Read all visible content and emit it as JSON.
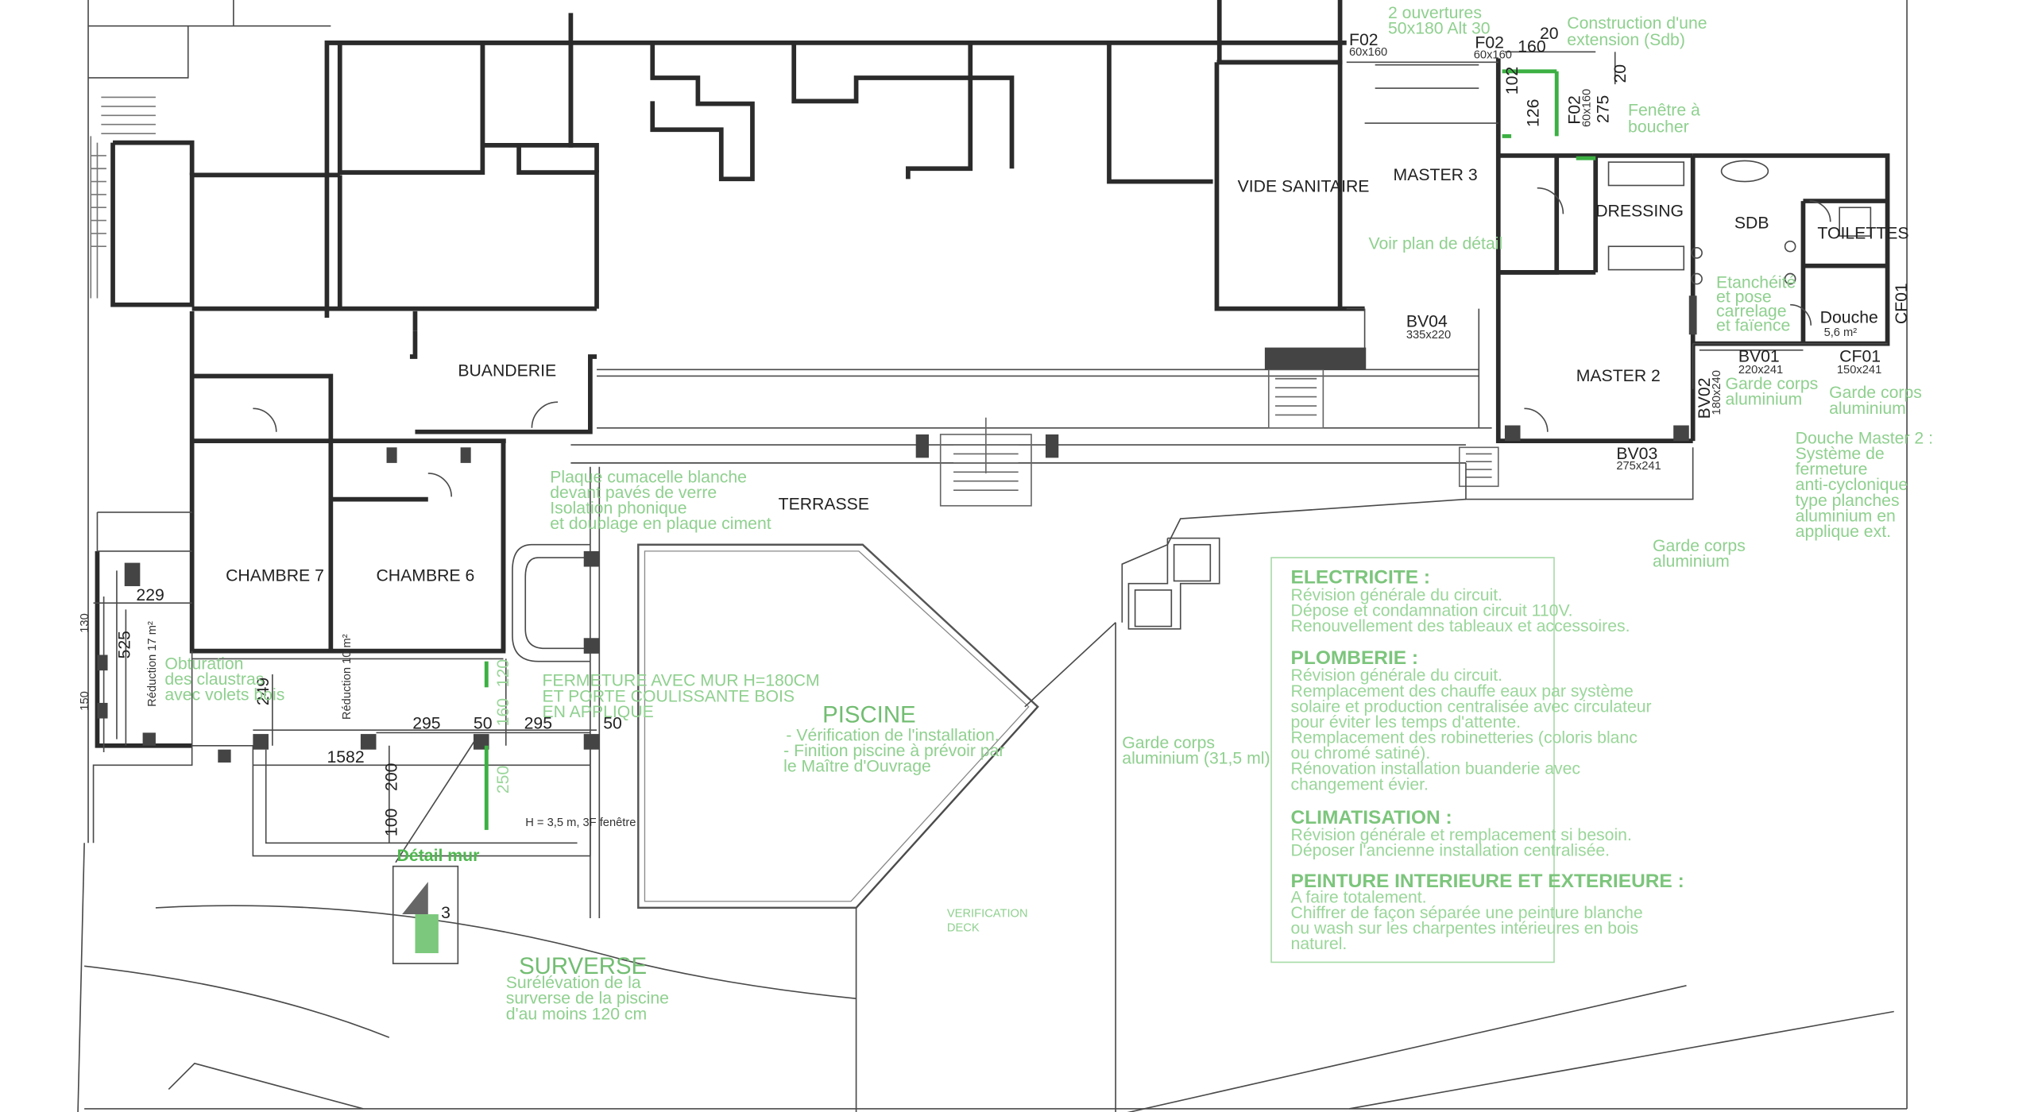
{
  "rooms": {
    "buanderie": "BUANDERIE",
    "vide_sanitaire": "VIDE SANITAIRE",
    "master3": "MASTER 3",
    "master2": "MASTER 2",
    "dressing": "DRESSING",
    "sdb": "SDB",
    "toilettes": "TOILETTES",
    "douche": "Douche",
    "douche_area": "5,6 m²",
    "chambre7": "CHAMBRE 7",
    "chambre6": "CHAMBRE 6",
    "terrasse": "TERRASSE"
  },
  "openings": {
    "f02_a": "F02",
    "f02_a_size": "60x160",
    "f02_b": "F02",
    "f02_b_size": "60x160",
    "f02_c": "F02",
    "f02_c_size": "60x160",
    "bv04": "BV04",
    "bv04_size": "335x220",
    "bv01": "BV01",
    "bv01_size": "220x241",
    "cf01": "CF01",
    "cf01_size": "150x241",
    "cf01_side": "CF01",
    "bv02": "BV02",
    "bv02_size": "180x240",
    "bv03": "BV03",
    "bv03_size": "275x241"
  },
  "dimensions": {
    "d160": "160",
    "d20a": "20",
    "d20b": "20",
    "d102": "102",
    "d126": "126",
    "d275": "275",
    "d229": "229",
    "d525": "525",
    "d130": "130",
    "d150": "150",
    "d249": "249",
    "d295a": "295",
    "d50a": "50",
    "d295b": "295",
    "d50b": "50",
    "d1582": "1582",
    "d200": "200",
    "d100": "100",
    "d120": "120",
    "d160v": "160",
    "d250": "250",
    "d3": "3"
  },
  "small_text": {
    "reduction": "Réduction 17 m²",
    "reduction_b": "Réduction 10 m²",
    "wall_note": "H = 3,5 m, 3F fenêtre"
  },
  "notes": {
    "top_openings": [
      "2 ouvertures",
      "50x180 Alt 30"
    ],
    "extension": [
      "Construction d'une",
      "extension (Sdb)"
    ],
    "fenetre_boucher": [
      "Fenêtre à",
      "boucher"
    ],
    "voir_plan": "Voir plan de détail",
    "etancheite": [
      "Etanchéité",
      "et pose",
      "carrelage",
      "et faïence"
    ],
    "garde_corps_1": [
      "Garde corps",
      "aluminium"
    ],
    "garde_corps_2": [
      "Garde corps",
      "aluminium"
    ],
    "garde_corps_3": [
      "Garde corps",
      "aluminium"
    ],
    "garde_corps_4": [
      "Garde corps",
      "aluminium (31,5 ml)"
    ],
    "douche_master": [
      "Douche Master 2 :",
      "Système de",
      "fermeture",
      "anti-cyclonique",
      "type planches",
      "aluminium en",
      "applique ext."
    ],
    "plaque": [
      "Plaque cumacelle blanche",
      "devant pavés de verre",
      "Isolation phonique",
      "et doublage en plaque ciment"
    ],
    "obturation": [
      "Obturation",
      "des claustras",
      "avec volets bois"
    ],
    "fermeture": [
      "FERMETURE AVEC MUR H=180CM",
      "ET PORTE COULISSANTE BOIS",
      "EN APPLIQUE"
    ],
    "piscine_title": "PISCINE",
    "piscine_lines": [
      "- Vérification de l'installation.",
      "- Finition piscine à prévoir par",
      "le Maître d'Ouvrage"
    ],
    "verification_deck": [
      "VERIFICATION",
      "DECK"
    ],
    "detail_mur": "Détail mur",
    "surverse_title": "SURVERSE",
    "surverse_lines": [
      "Surélévation de la",
      "surverse de la piscine",
      "d'au moins 120 cm"
    ]
  },
  "spec_box": {
    "electricite_title": "ELECTRICITE :",
    "electricite_lines": [
      "Révision générale du circuit.",
      "Dépose et condamnation circuit 110V.",
      "Renouvellement des tableaux et accessoires."
    ],
    "plomberie_title": "PLOMBERIE :",
    "plomberie_lines": [
      "Révision générale du circuit.",
      "Remplacement des chauffe eaux par système",
      "solaire et production centralisée avec circulateur",
      "pour éviter les temps d'attente.",
      "Remplacement des robinetteries (coloris blanc",
      "ou chromé satiné).",
      "Rénovation installation buanderie avec",
      "changement évier."
    ],
    "climatisation_title": "CLIMATISATION :",
    "climatisation_lines": [
      "Révision générale et remplacement si besoin.",
      "Déposer l'ancienne installation centralisée."
    ],
    "peinture_title": "PEINTURE INTERIEURE ET EXTERIEURE :",
    "peinture_lines": [
      "A faire totalement.",
      "Chiffrer de façon séparée une peinture blanche",
      "ou wash sur les charpentes intérieures en bois",
      "naturel."
    ]
  },
  "colors": {
    "wall": "#2a2a2a",
    "annotation_green": "#8fd08f",
    "accent_green": "#3cb043",
    "paper": "#ffffff"
  }
}
